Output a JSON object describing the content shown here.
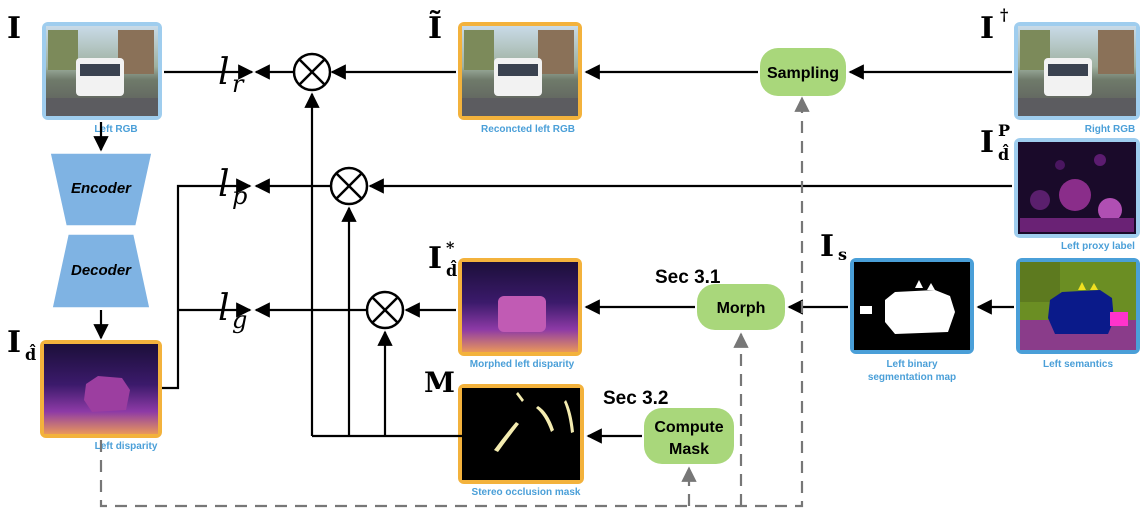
{
  "symbols": {
    "left_image": "I",
    "reconstructed": "Ĩ",
    "right_image": "I",
    "right_sup": "†",
    "proxy": "I",
    "proxy_sup": "P",
    "proxy_sub": "d̂",
    "segmentation": "I",
    "segmentation_sub": "s",
    "morphed": "I",
    "morphed_sup": "*",
    "morphed_sub": "d̂",
    "disparity": "I",
    "disparity_sub": "d̂",
    "mask": "M"
  },
  "losses": {
    "lr": "l",
    "lr_sub": "r",
    "lp": "l",
    "lp_sub": "p",
    "lg": "l",
    "lg_sub": "g"
  },
  "blocks": {
    "encoder": "Encoder",
    "decoder": "Decoder",
    "sampling": "Sampling",
    "morph": "Morph",
    "compute_line1": "Compute",
    "compute_line2": "Mask"
  },
  "sections": {
    "sec31": "Sec 3.1",
    "sec32": "Sec 3.2"
  },
  "captions": {
    "left_rgb": "Left RGB",
    "reconstructed": "Reconcted left RGB",
    "right_rgb": "Right RGB",
    "proxy": "Left proxy label",
    "binary_line1": "Left binary",
    "binary_line2": "segmentation map",
    "semantics": "Left semantics",
    "morphed": "Morphed left disparity",
    "disparity": "Left disparity",
    "occlusion": "Stereo occlusion mask"
  },
  "multiply_symbol": "⊗",
  "colors": {
    "blue_frame": "#9fcdee",
    "orange_frame": "#f3b23c",
    "green_block": "#a9d77b",
    "network_blue": "#7fb3e3",
    "caption_blue": "#4a9fd8"
  }
}
